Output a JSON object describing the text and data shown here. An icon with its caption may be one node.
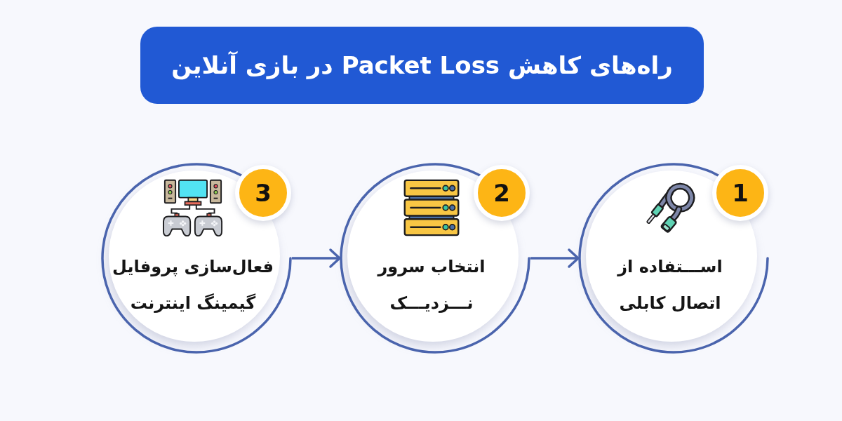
{
  "diagram": {
    "title": "راه‌های کاهش Packet Loss در بازی آنلاین",
    "nodes": [
      {
        "text": [
          "1",
          "اســـتفاده از اتصال کابلی"
        ]
      },
      {
        "text": [
          "2",
          "انتخاب سرور نـــزدیـــک"
        ]
      },
      {
        "text": [
          "3",
          "فعال‌سازی پروفایل گیمینگ اینترنت"
        ]
      }
    ],
    "edges": [
      {
        "from": 1,
        "to": 0,
        "arrow": "to"
      },
      {
        "from": 2,
        "to": 1,
        "arrow": "to"
      }
    ]
  }
}
